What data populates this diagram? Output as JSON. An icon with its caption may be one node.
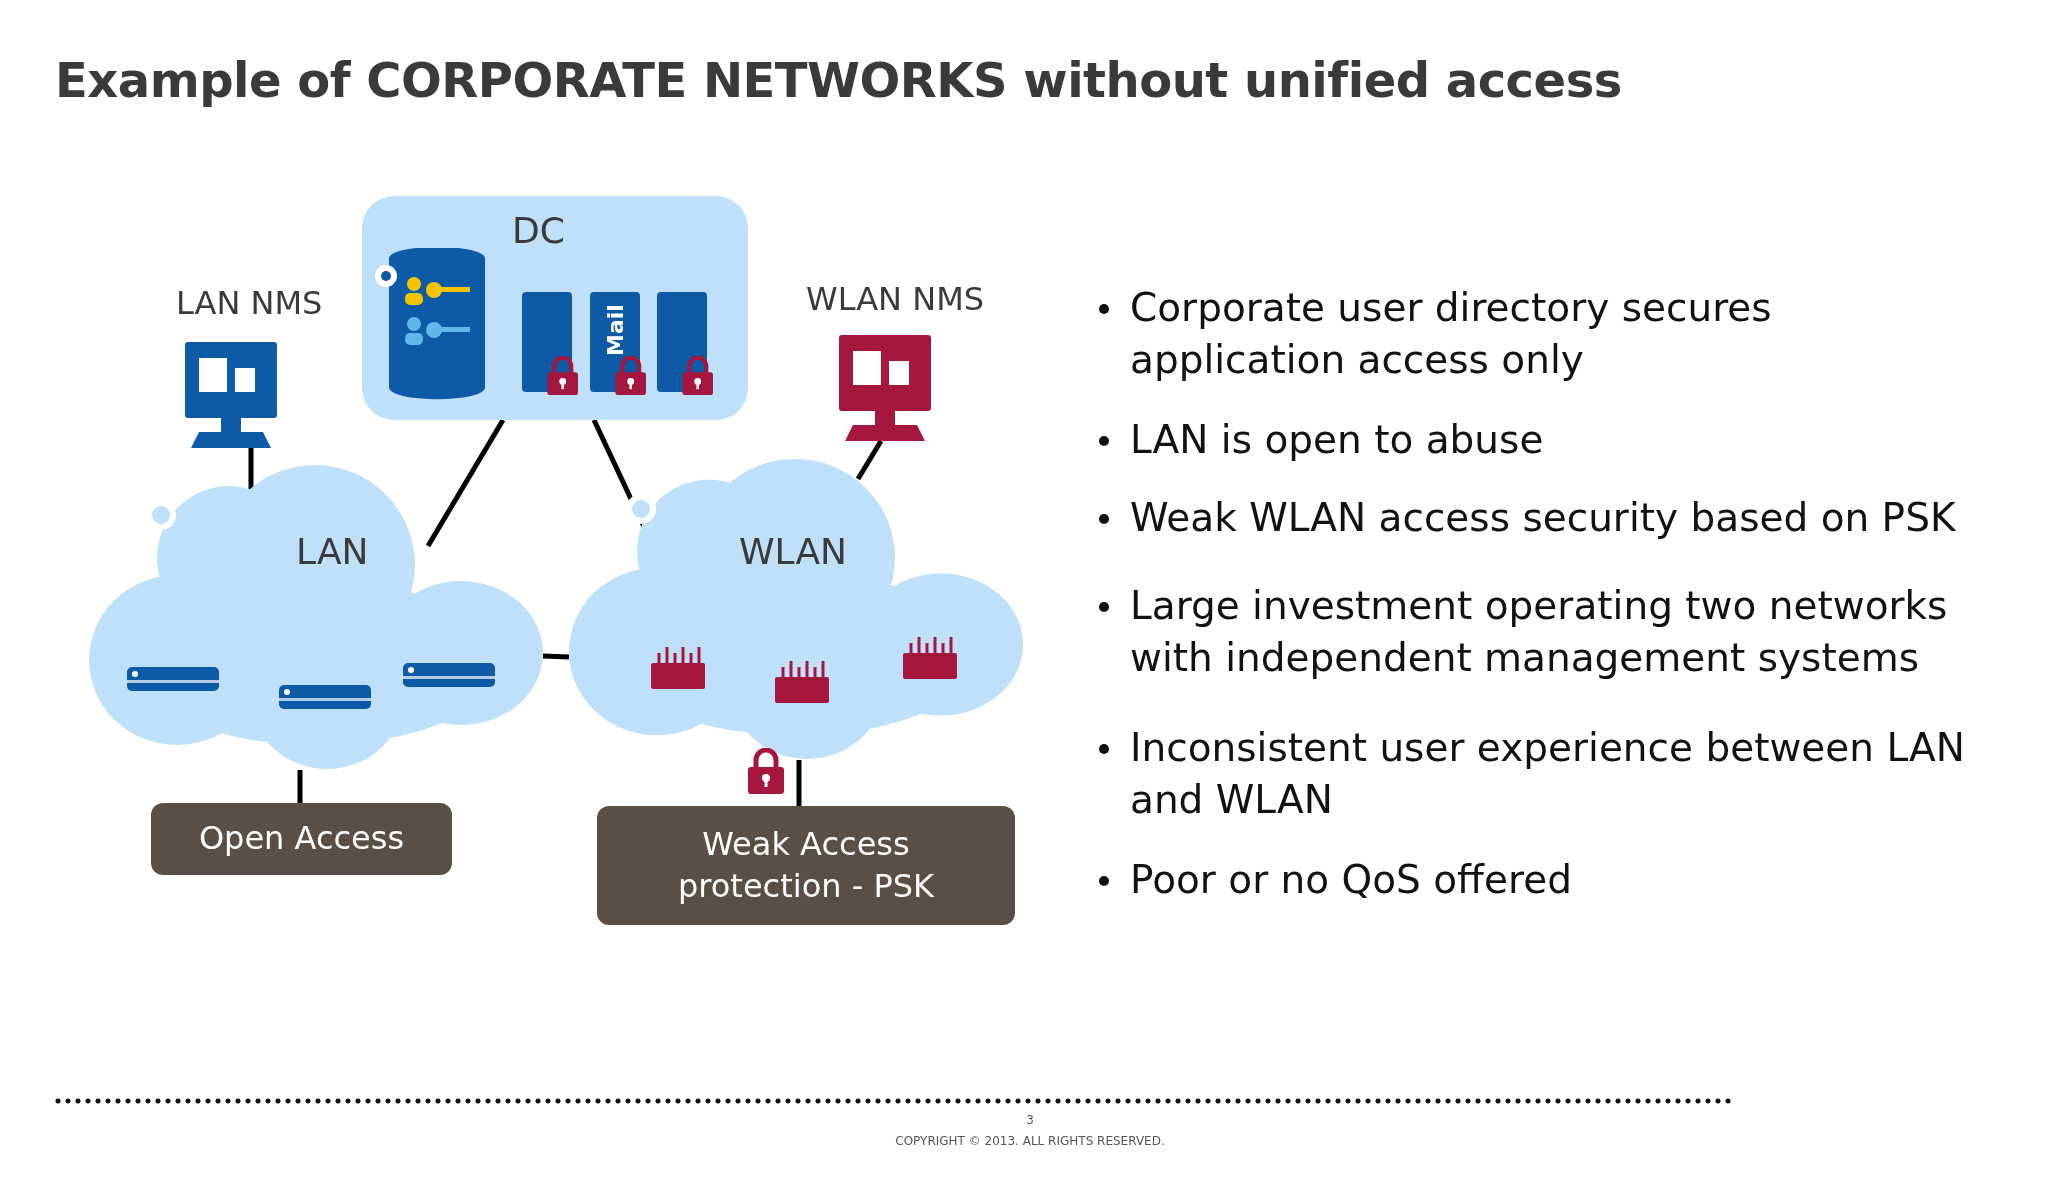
{
  "diagram": {
    "title": "Example of CORPORATE NETWORKS without unified access",
    "nodes": [
      {
        "text": [
          "DC"
        ]
      },
      {
        "text": [],
        "shape": "box",
        "in": 0
      },
      {
        "text": [
          "Mail"
        ],
        "in": 0
      },
      {
        "text": [],
        "shape": "box",
        "in": 0
      },
      {
        "text": [
          "LAN NMS"
        ]
      },
      {
        "text": [
          "WLAN NMS"
        ]
      },
      {
        "text": [
          "LAN"
        ]
      },
      {
        "text": [
          "WLAN"
        ]
      },
      {
        "text": [
          "Open Access"
        ]
      },
      {
        "text": [
          "Weak Access protection - PSK"
        ]
      }
    ],
    "edges": [
      {
        "from": 4,
        "to": 6,
        "arrow": "none"
      },
      {
        "from": 0,
        "to": 6,
        "arrow": "none"
      },
      {
        "from": 0,
        "to": 7,
        "arrow": "none"
      },
      {
        "from": 5,
        "to": 7,
        "arrow": "none"
      },
      {
        "from": 6,
        "to": 7,
        "arrow": "none"
      },
      {
        "from": 6,
        "to": 8,
        "arrow": "none"
      },
      {
        "from": 7,
        "to": 9,
        "arrow": "none"
      }
    ],
    "labels": [
      "Corporate user directory secures application access only",
      "LAN is open to abuse",
      "Weak WLAN access security based on PSK",
      "Large investment operating two networks with independent management systems",
      "Inconsistent user experience between LAN and WLAN",
      "Poor or no QoS offered",
      "3",
      "COPYRIGHT © 2013. ALL RIGHTS RESERVED."
    ]
  }
}
